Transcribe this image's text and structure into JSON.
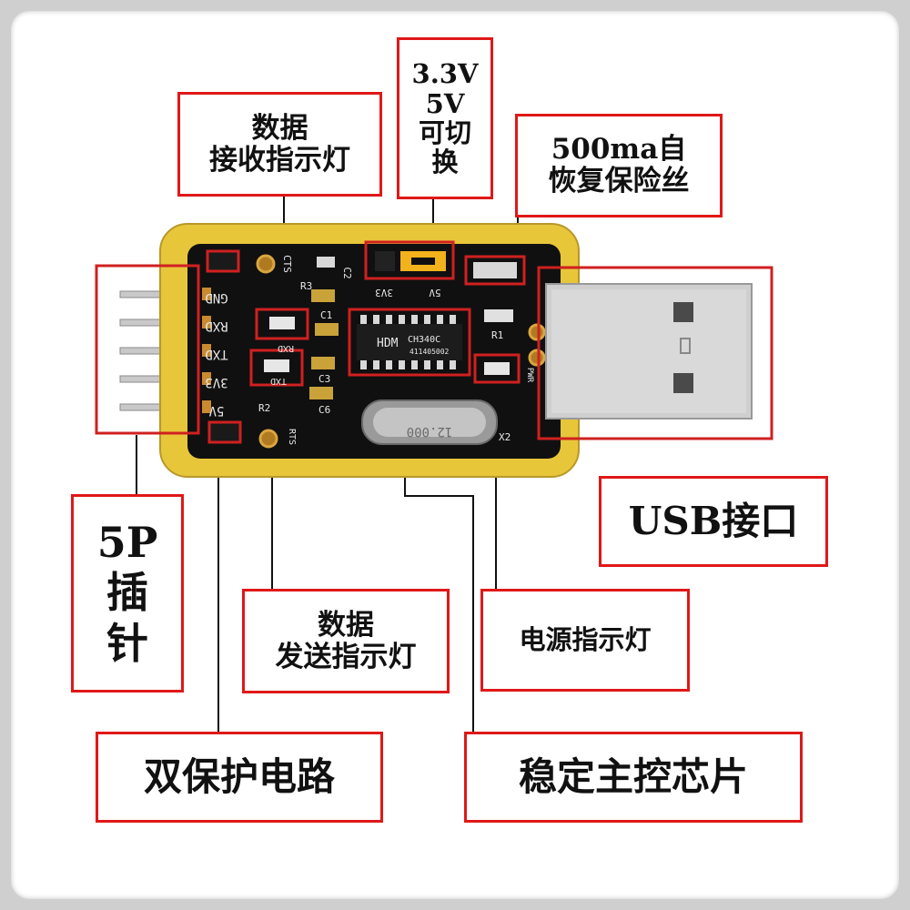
{
  "labels": {
    "rx_led": [
      "数据",
      "接收指示灯"
    ],
    "voltage_switch": [
      "3.3V",
      "5V",
      "可切",
      "换"
    ],
    "fuse": [
      "500ma自",
      "恢复保险丝"
    ],
    "usb": [
      "USB接口"
    ],
    "pin_header": [
      "5P",
      "插",
      "针"
    ],
    "tx_led": [
      "数据",
      "发送指示灯"
    ],
    "power_led": [
      "电源指示灯"
    ],
    "protection": [
      "双保护电路"
    ],
    "chip": [
      "稳定主控芯片"
    ]
  },
  "board": {
    "pin_labels": [
      "GND",
      "RXD",
      "TXD",
      "3V3",
      "5V"
    ],
    "silk": {
      "cts": "CTS",
      "r2": "R2",
      "r3": "R3",
      "rxd": "RXD",
      "txd": "TXD",
      "c1": "C1",
      "c2": "C2",
      "c3": "C3",
      "c6": "C6",
      "r1": "R1",
      "rts": "RTS",
      "x2": "X2",
      "pwr": "PWR",
      "v33": "3V3",
      "v5": "5V",
      "ch340c": "CH340C",
      "lot": "411405002",
      "hdm": "HDM",
      "crystal": "12.000"
    }
  },
  "colors": {
    "callout_border": "#e01818",
    "pcb_black": "#101010",
    "pcb_gold": "#e8c63a",
    "usb_metal": "#cfcfcf"
  }
}
